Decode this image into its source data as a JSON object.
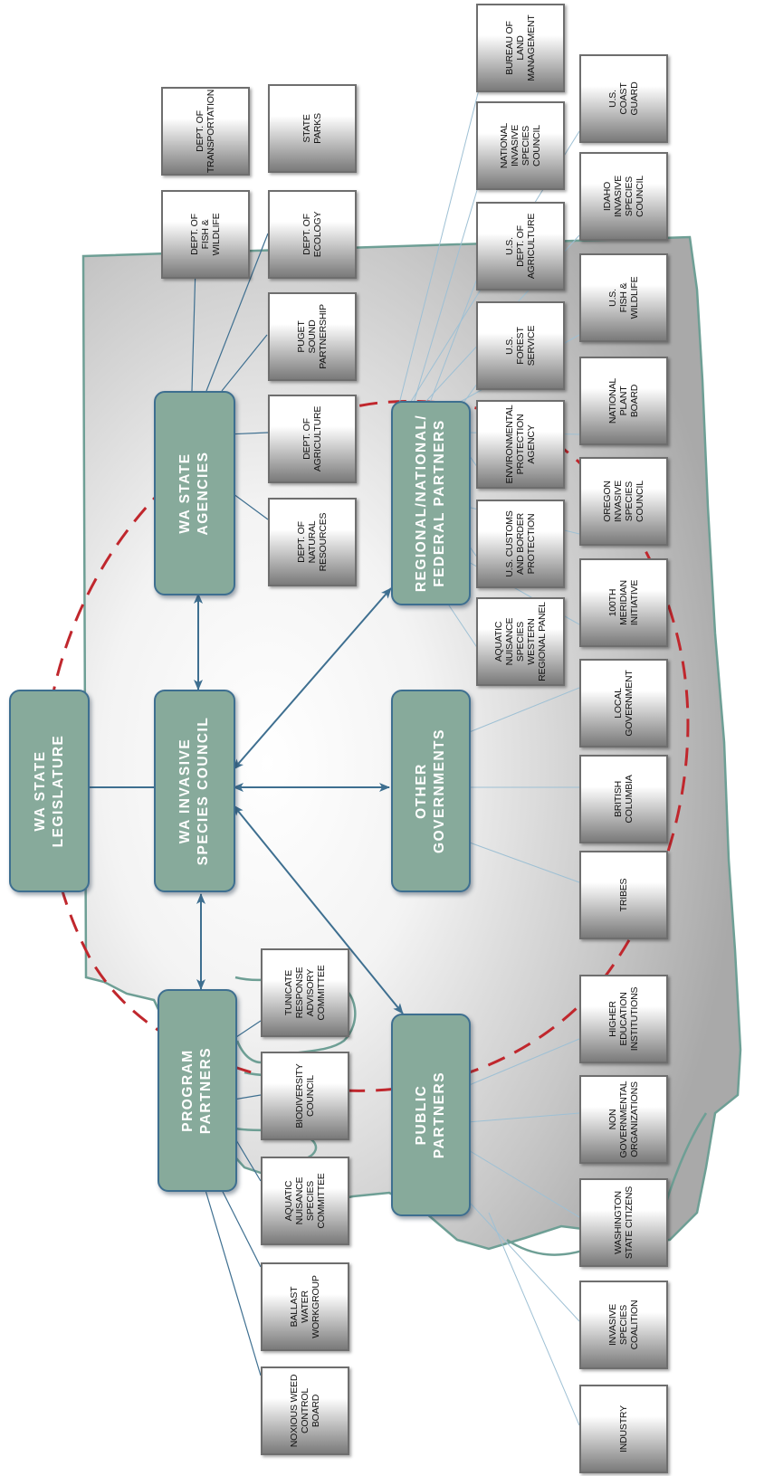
{
  "hubs": {
    "legislature": "WA STATE\nLEGISLATURE",
    "council": "WA INVASIVE\nSPECIES COUNCIL",
    "state_agencies": "WA STATE\nAGENCIES",
    "program_partners": "PROGRAM\nPARTNERS",
    "regional_partners": "REGIONAL/NATIONAL/\nFEDERAL PARTNERS",
    "other_governments": "OTHER\nGOVERNMENTS",
    "public_partners": "PUBLIC\nPARTNERS"
  },
  "state_agencies": {
    "transportation": "DEPT. OF\nTRANSPORTATION",
    "state_parks": "STATE\nPARKS",
    "fish_wildlife": "DEPT. OF\nFISH &\nWILDLIFE",
    "ecology": "DEPT. OF\nECOLOGY",
    "puget_sound": "PUGET\nSOUND\nPARTNERSHIP",
    "agriculture": "DEPT. OF\nAGRICULTURE",
    "natural_resources": "DEPT. OF\nNATURAL\nRESOURCES"
  },
  "program_partners": {
    "tunicate": "TUNICATE\nRESPONSE\nADVISORY\nCOMMITTEE",
    "biodiversity": "BIODIVERSITY\nCOUNCIL",
    "aquatic_nuisance": "AQUATIC\nNUISANCE\nSPECIES\nCOMMITTEE",
    "ballast_water": "BALLAST\nWATER\nWORKGROUP",
    "noxious_weed": "NOXIOUS WEED\nCONTROL\nBOARD"
  },
  "regional_partners": {
    "blm": "BUREAU OF\nLAND\nMANAGEMENT",
    "coast_guard": "U.S.\nCOAST\nGUARD",
    "nisc": "NATIONAL\nINVASIVE\nSPECIES\nCOUNCIL",
    "idaho": "IDAHO\nINVASIVE\nSPECIES\nCOUNCIL",
    "usda": "U.S.\nDEPT. OF\nAGRICULTURE",
    "usfws": "U.S.\nFISH &\nWILDLIFE",
    "usfs": "U.S.\nFOREST\nSERVICE",
    "plant_board": "NATIONAL\nPLANT\nBOARD",
    "epa": "ENVIRONMENTAL\nPROTECTION\nAGENCY",
    "oregon": "OREGON\nINVASIVE\nSPECIES\nCOUNCIL",
    "cbp": "U.S. CUSTOMS\nAND BORDER\nPROTECTION",
    "meridian": "100TH\nMERIDIAN\nINITIATIVE",
    "answrp": "AQUATIC\nNUISANCE SPECIES\nWESTERN\nREGIONAL PANEL"
  },
  "other_governments": {
    "local": "LOCAL\nGOVERNMENT",
    "bc": "BRITISH\nCOLUMBIA",
    "tribes": "TRIBES"
  },
  "public_partners": {
    "higher_ed": "HIGHER\nEDUCATION\nINSTITUTIONS",
    "ngo": "NON\nGOVERNMENTAL\nORGANIZATIONS",
    "citizens": "WASHINGTON\nSTATE CITIZENS",
    "coalition": "INVASIVE\nSPECIES\nCOALITION",
    "industry": "INDUSTRY"
  },
  "colors": {
    "hub_fill": "#87aa9b",
    "hub_border": "#3e6f90",
    "arrow": "#3e6f90",
    "connector": "#9ec0d4",
    "dashed_circle": "#c0272d",
    "map_outline": "#6e9f95"
  }
}
